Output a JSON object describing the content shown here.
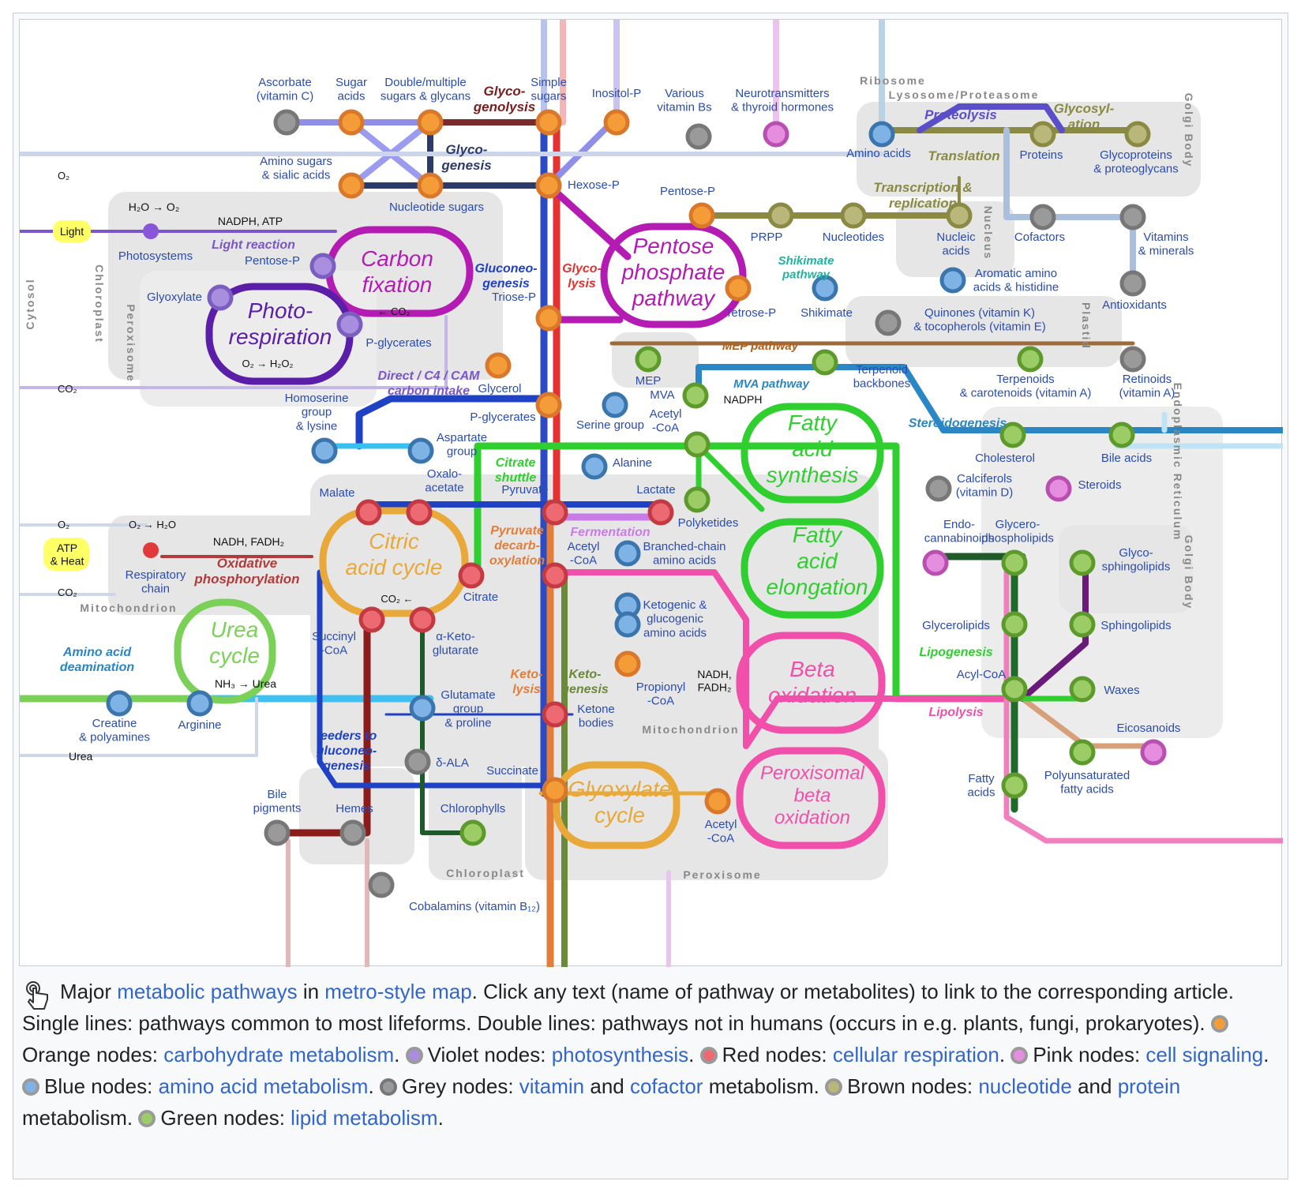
{
  "compartments": {
    "cytosol": "Cytosol",
    "chloroplast_top": "Chloroplast",
    "peroxisome_left": "Peroxisome",
    "mitochondrion_left": "Mitochondrion",
    "mitochondrion_mid": "Mitochondrion",
    "chloroplast_bottom": "Chloroplast",
    "peroxisome_bottom": "Peroxisome",
    "ribosome": "Ribosome",
    "lysosome": "Lysosome/Proteasome",
    "golgi_top": "Golgi Body",
    "golgi_right": "Golgi Body",
    "nucleus": "Nucleus",
    "plastid": "Plastid",
    "er": "Endoplasmic Reticulum"
  },
  "pathways": {
    "glycogenolysis": "Glyco-\ngenolysis",
    "glycogenesis": "Glyco-\ngenesis",
    "gluconeogenesis": "Gluconeo-\ngenesis",
    "glycolysis": "Glyco-\nlysis",
    "pentose_phosphate": "Pentose\nphosphate\npathway",
    "carbon_fixation": "Carbon\nfixation",
    "photorespiration": "Photo-\nrespiration",
    "light_reaction": "Light reaction",
    "direct_c4_cam": "Direct / C4 / CAM\ncarbon intake",
    "shikimate": "Shikimate\npathway",
    "mep": "MEP pathway",
    "mva": "MVA pathway",
    "proteolysis": "Proteolysis",
    "glycosylation": "Glycosyl-\nation",
    "translation": "Translation",
    "transcription": "Transcription &\nreplication",
    "steroidogenesis": "Steroidogenesis",
    "fatty_acid_synthesis": "Fatty\nacid\nsynthesis",
    "fatty_acid_elongation": "Fatty\nacid\nelongation",
    "citrate_shuttle": "Citrate\nshuttle",
    "pyruvate_decarb": "Pyruvate\ndecarb-\noxylation",
    "fermentation": "Fermentation",
    "citric_acid_cycle": "Citric\nacid cycle",
    "oxidative_phos": "Oxidative\nphosphorylation",
    "urea_cycle": "Urea\ncycle",
    "amino_acid_deamination": "Amino acid\ndeamination",
    "ketolysis": "Keto-\nlysis",
    "ketogenesis": "Keto-\ngenesis",
    "beta_oxidation": "Beta\noxidation",
    "lipogenesis": "Lipogenesis",
    "lipolysis": "Lipolysis",
    "peroxisomal_beta": "Peroxisomal\nbeta\noxidation",
    "glyoxylate_cycle": "Glyoxylate\ncycle",
    "feeders": "feeders to\ngluconeo-\ngenesis"
  },
  "metabolites": {
    "ascorbate": "Ascorbate\n(vitamin C)",
    "sugar_acids": "Sugar\nacids",
    "double_sugars": "Double/multiple\nsugars & glycans",
    "simple_sugars": "Simple\nsugars",
    "inositol_p": "Inositol-P",
    "various_vit_b": "Various\nvitamin Bs",
    "neurotransmitters": "Neurotransmitters\n& thyroid hormones",
    "amino_sugars": "Amino sugars\n& sialic acids",
    "nucleotide_sugars": "Nucleotide sugars",
    "hexose_p": "Hexose-P",
    "amino_acids": "Amino acids",
    "proteins": "Proteins",
    "glycoproteins": "Glycoproteins\n& proteoglycans",
    "pentose_p_top": "Pentose-P",
    "prpp": "PRPP",
    "nucleotides": "Nucleotides",
    "nucleic_acids": "Nucleic\nacids",
    "cofactors": "Cofactors",
    "vitamins_minerals": "Vitamins\n& minerals",
    "antioxidants": "Antioxidants",
    "light": "Light",
    "photosystems": "Photosystems",
    "h2o_o2": "H₂O → O₂",
    "nadph_atp": "NADPH, ATP",
    "o2_left": "O₂",
    "co2_left": "CO₂",
    "pentose_p_left": "Pentose-P",
    "glyoxylate": "Glyoxylate",
    "co2_fix": "← CO₂",
    "o2_h2o2": "O₂ → H₂O₂",
    "p_glycerates_left": "P-glycerates",
    "triose_p": "Triose-P",
    "tetrose_p": "Tetrose-P",
    "shikimate": "Shikimate",
    "aromatic": "Aromatic amino\nacids & histidine",
    "quinones": "Quinones (vitamin K)\n& tocopherols (vitamin E)",
    "glycerol": "Glycerol",
    "mep_node": "MEP",
    "mva_node": "MVA",
    "nadph": "NADPH",
    "terpenoid_backbones": "Terpenoid\nbackbones",
    "terpenoids": "Terpenoids\n& carotenoids (vitamin A)",
    "retinoids": "Retinoids\n(vitamin A)",
    "homoserine": "Homoserine\ngroup\n& lysine",
    "p_glycerates": "P-glycerates",
    "serine_group": "Serine group",
    "acetyl_coa_top": "Acetyl\n-CoA",
    "aspartate": "Aspartate\ngroup",
    "oxaloacetate": "Oxalo-\nacetate",
    "alanine": "Alanine",
    "pyruvate": "Pyruvate",
    "lactate": "Lactate",
    "polyketides": "Polyketides",
    "cholesterol": "Cholesterol",
    "bile_acids": "Bile acids",
    "calciferols": "Calciferols\n(vitamin D)",
    "steroids": "Steroids",
    "malate": "Malate",
    "o2_mito": "O₂",
    "o2_h2o": "O₂ → H₂O",
    "atp_heat": "ATP\n& Heat",
    "nadh_fadh2": "NADH, FADH₂",
    "respiratory_chain": "Respiratory\nchain",
    "co2_mito": "CO₂",
    "acetyl_coa_mid": "Acetyl\n-CoA",
    "branched_chain": "Branched-chain\namino acids",
    "citrate": "Citrate",
    "co2_tca": "CO₂ ←",
    "succinyl_coa": "Succinyl\n-CoA",
    "akg": "α-Keto-\nglutarate",
    "ketogenic": "Ketogenic &\nglucogenic\namino acids",
    "propionyl": "Propionyl\n-CoA",
    "nadh_fadh2_beta": "NADH,\nFADH₂",
    "nh3_urea": "NH₃ → Urea",
    "creatine": "Creatine\n& polyamines",
    "arginine": "Arginine",
    "glutamate": "Glutamate\ngroup\n& proline",
    "ketone_bodies": "Ketone\nbodies",
    "urea": "Urea",
    "endocannabinoids": "Endo-\ncannabinoids",
    "glycerophospholipids": "Glycero-\nphospholipids",
    "glycosphingolipids": "Glyco-\nsphingolipids",
    "glycerolipids": "Glycerolipids",
    "sphingolipids": "Sphingolipids",
    "acyl_coa": "Acyl-CoA",
    "waxes": "Waxes",
    "eicosanoids": "Eicosanoids",
    "polyunsaturated": "Polyunsaturated\nfatty acids",
    "fatty_acids": "Fatty\nacids",
    "delta_ala": "δ-ALA",
    "succinate": "Succinate",
    "bile_pigments": "Bile\npigments",
    "hemes": "Hemes",
    "chlorophylls": "Chlorophylls",
    "acetyl_coa_bottom": "Acetyl\n-CoA",
    "cobalamins": "Cobalamins (vitamin B₁₂)"
  },
  "caption": {
    "p1_a": "Major ",
    "p1_link1": "metabolic pathways",
    "p1_b": " in ",
    "p1_link2": "metro-style map",
    "p1_c": ". Click any text (name of pathway or metabolites) to link to the corresponding article.",
    "p2": "Single lines: pathways common to most lifeforms. Double lines: pathways not in humans (occurs in e.g. plants, fungi, prokaryotes). ",
    "orange_label": "Orange nodes: ",
    "orange_link": "carbohydrate metabolism",
    "violet_label": "Violet nodes: ",
    "violet_link": "photosynthesis",
    "red_label": "Red nodes: ",
    "red_link": "cellular respiration",
    "pink_label": "Pink nodes: ",
    "pink_link": "cell signaling",
    "blue_label": "Blue nodes: ",
    "blue_link": "amino acid metabolism",
    "grey_label": "Grey nodes: ",
    "grey_link1": "vitamin",
    "grey_and": " and ",
    "grey_link2": "cofactor",
    "grey_tail": " metabolism.",
    "brown_label": "Brown nodes: ",
    "brown_link1": "nucleotide",
    "brown_and": " and ",
    "brown_link2": "protein",
    "brown_tail": " metabolism.",
    "green_label": "Green nodes: ",
    "green_link": "lipid metabolism",
    "period": "."
  },
  "colors": {
    "orange": "#f39c38",
    "violet": "#a98ee0",
    "red": "#ee6a72",
    "pink": "#e58ee0",
    "blue": "#7fb2e5",
    "grey": "#9a9a9a",
    "brown": "#b9b77a",
    "green": "#9ccc65",
    "link": "#3366cc"
  }
}
